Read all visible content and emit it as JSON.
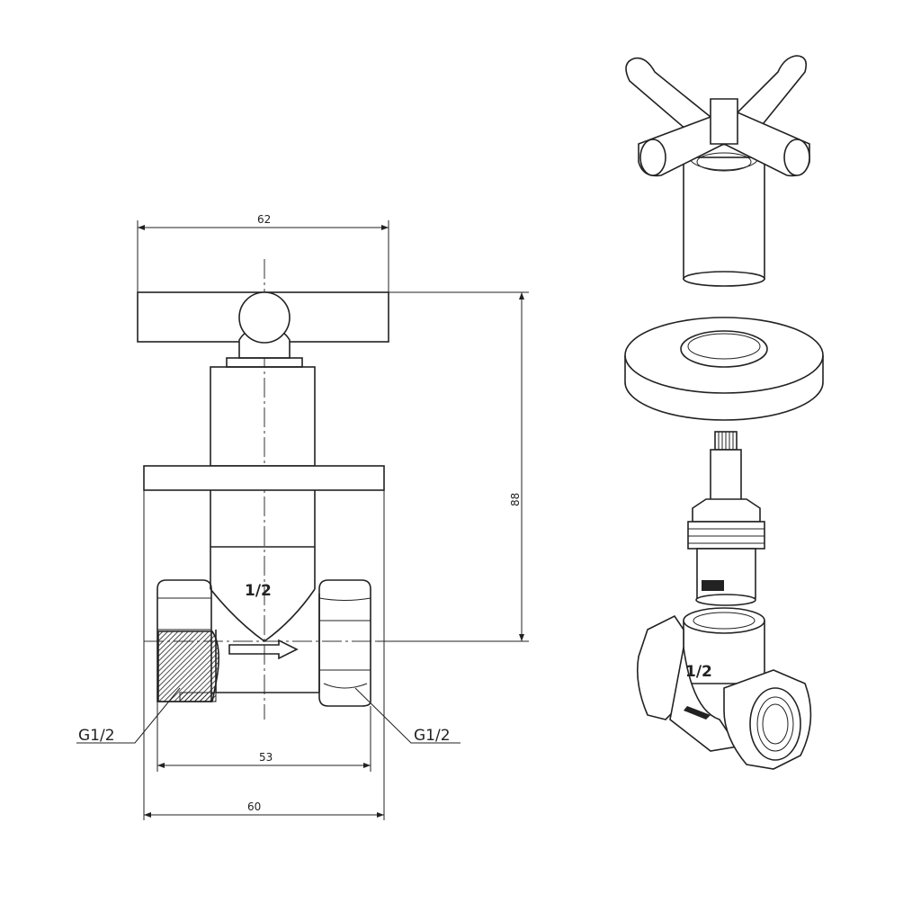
{
  "dimensions": {
    "handle_width": "62",
    "overall_height": "88",
    "body_length": "53",
    "flange_width": "60"
  },
  "thread_labels": {
    "left": "G1/2",
    "right": "G1/2"
  },
  "body_marking_front": "1/2",
  "body_marking_iso": "1/2",
  "colors": {
    "line": "#222222",
    "background": "#ffffff"
  }
}
